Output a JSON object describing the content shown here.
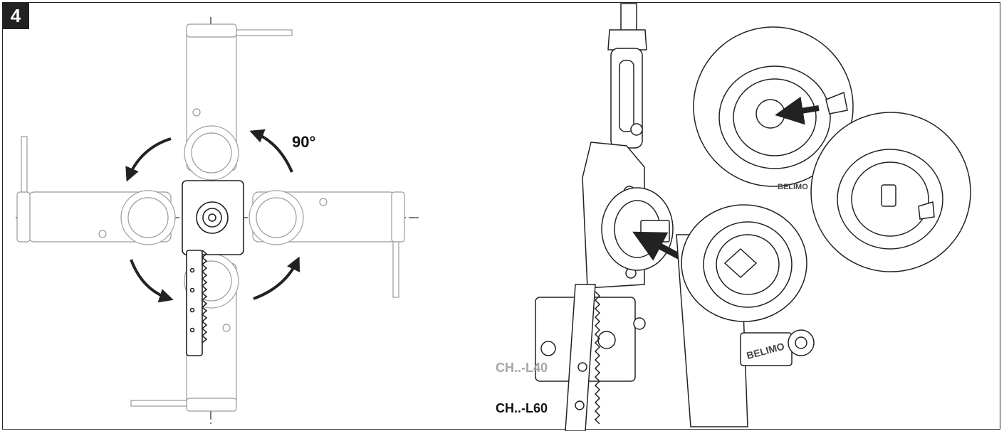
{
  "figure_number": "4",
  "angle_label": "90°",
  "variant_labels": [
    "CH..-L40",
    "CH..-L60"
  ],
  "brand_text": "BELIMO",
  "colors": {
    "line": "#222222",
    "light_line": "#9a9a9a",
    "label_grey": "#a6a6a6",
    "label_dark": "#111111"
  },
  "icons": [
    "rotation-arrow-icon",
    "insertion-arrow-icon",
    "crosshair-centerline-icon"
  ]
}
